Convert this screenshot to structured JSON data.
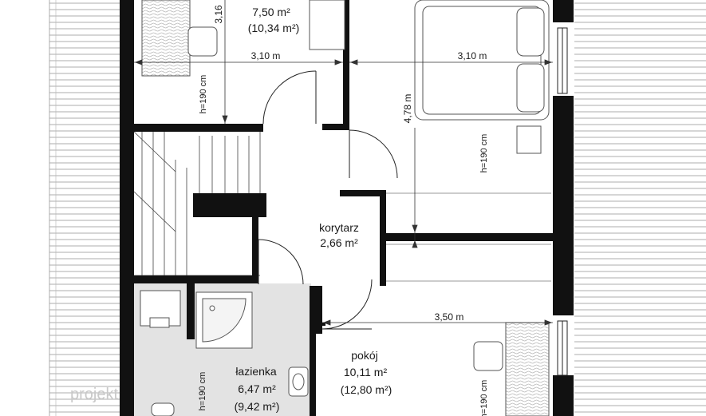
{
  "rooms": {
    "top_left": {
      "area": "7,50 m²",
      "gross_area": "(10,34 m²)"
    },
    "corridor": {
      "name": "korytarz",
      "area": "2,66 m²"
    },
    "bathroom": {
      "name": "łazienka",
      "area": "6,47 m²",
      "gross_area": "(9,42 m²)"
    },
    "bottom_right": {
      "name": "pokój",
      "area": "10,11 m²",
      "gross_area": "(12,80 m²)"
    }
  },
  "dimensions": {
    "top_left_width": "3,10 m",
    "top_left_height": "3,16",
    "top_right_width": "3,10 m",
    "right_depth": "4,78 m",
    "bottom_right_width": "3,50 m",
    "height_tl": "h=190 cm",
    "height_tr": "h=190 cm",
    "height_bath": "h=190 cm",
    "height_br": "h=190 cm"
  },
  "watermark": "projekt",
  "colors": {
    "wall": "#111111",
    "bathroom_floor": "#e3e3e3",
    "furniture": "#555555"
  }
}
